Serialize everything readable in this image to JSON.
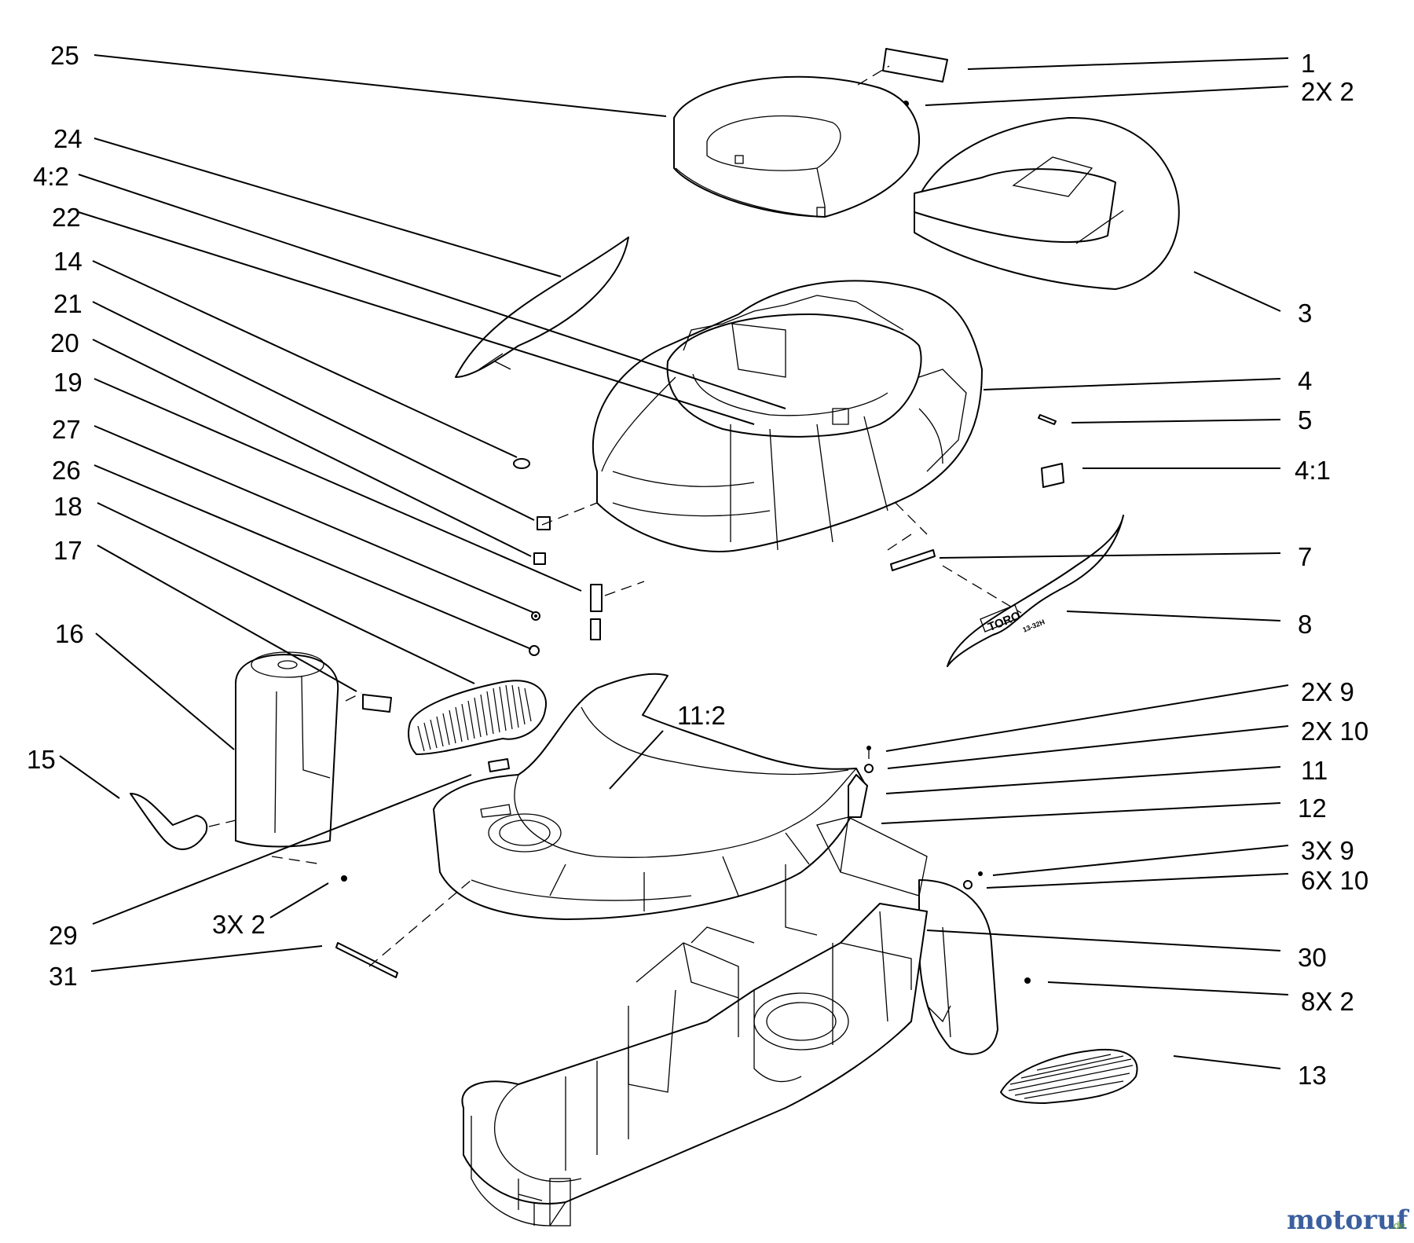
{
  "callouts": {
    "c25": "25",
    "c24": "24",
    "c4_2": "4:2",
    "c22": "22",
    "c14": "14",
    "c21": "21",
    "c20": "20",
    "c19": "19",
    "c27": "27",
    "c26": "26",
    "c18": "18",
    "c17": "17",
    "c16": "16",
    "c15": "15",
    "c29": "29",
    "c3x2": "3X 2",
    "c31": "31",
    "c11_2": "11:2",
    "c1": "1",
    "c2x2": "2X 2",
    "c3": "3",
    "c4": "4",
    "c5": "5",
    "c4_1": "4:1",
    "c7": "7",
    "c8": "8",
    "c2x9": "2X 9",
    "c2x10": "2X 10",
    "c11": "11",
    "c12": "12",
    "c3x9": "3X 9",
    "c6x10": "6X 10",
    "c30": "30",
    "c8x2": "8X 2",
    "c13": "13"
  },
  "decal_text": {
    "brand": "TORO",
    "model": "13-32H"
  },
  "watermark": {
    "main": "motoruf",
    "suffix": ".de"
  },
  "colors": {
    "line": "#000000",
    "background": "#ffffff",
    "watermark_a": "#3b5f9e",
    "watermark_b": "#c0392b",
    "watermark_c": "#5a9a3a"
  }
}
